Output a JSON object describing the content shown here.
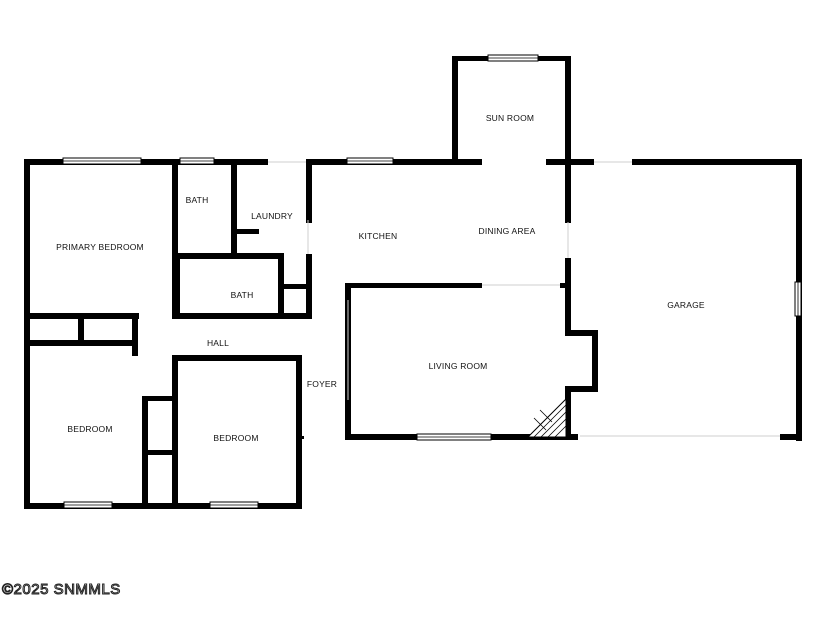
{
  "rooms": {
    "sun_room": "SUN ROOM",
    "primary_bedroom": "PRIMARY BEDROOM",
    "bath_upper": "BATH",
    "laundry": "LAUNDRY",
    "kitchen": "KITCHEN",
    "dining_area": "DINING AREA",
    "bath_lower": "BATH",
    "garage": "GARAGE",
    "hall": "HALL",
    "living_room": "LIVING ROOM",
    "foyer": "FOYER",
    "bedroom_left": "BEDROOM",
    "bedroom_middle": "BEDROOM"
  },
  "watermark": "©2025 SNMMLS",
  "colors": {
    "wall": "#000000",
    "background": "#ffffff"
  }
}
